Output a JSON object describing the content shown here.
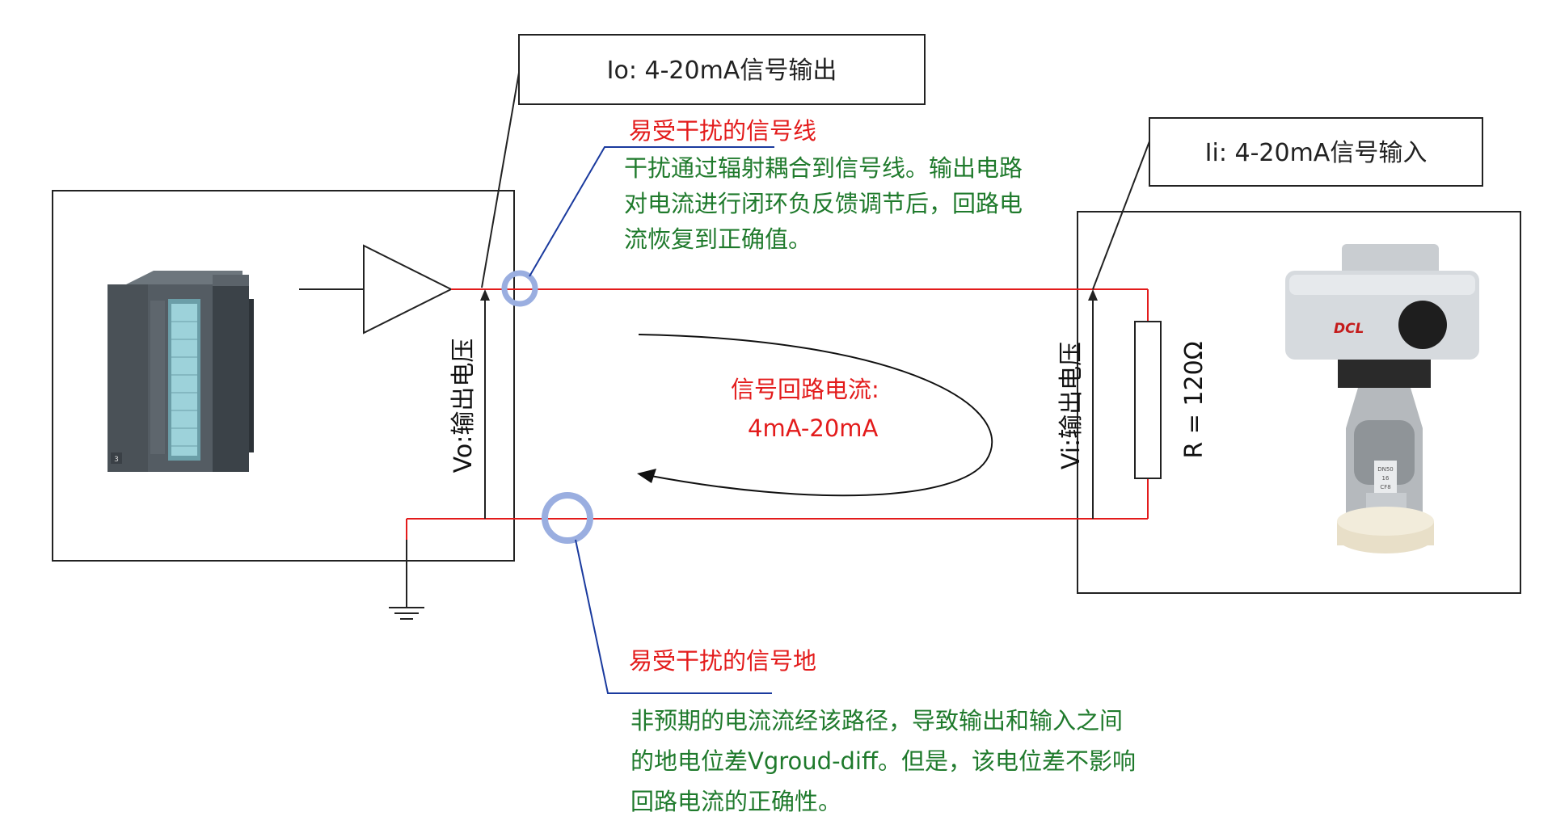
{
  "labels": {
    "io_box": "Io: 4-20mA信号输出",
    "ii_box": "Ii:  4-20mA信号输入",
    "vo": "Vo:输出电压",
    "vi": "Vi:输出电压",
    "resistor": "R  =  120Ω",
    "loop_title": "信号回路电流:",
    "loop_value": "4mA-20mA"
  },
  "annotations": {
    "signal_wire": {
      "title": "易受干扰的信号线",
      "lines": [
        "干扰通过辐射耦合到信号线。输出电路",
        "对电流进行闭环负反馈调节后，回路电",
        "流恢复到正确值。"
      ]
    },
    "signal_ground": {
      "title": "易受干扰的信号地",
      "lines": [
        "非预期的电流流经该路径，导致输出和输入之间",
        "的地电位差Vgroud-diff。但是，该电位差不影响",
        "回路电流的正确性。"
      ]
    }
  },
  "devices": {
    "actuator_brand": "DCL",
    "plc_slot": "3",
    "valve_plate_lines": [
      "DN50",
      "16",
      "CF8"
    ]
  },
  "colors": {
    "wire": "#e31b1b",
    "ring": "#9aaee0",
    "leader": "#1a3a9e",
    "green_text": "#1f7a2c",
    "red_text": "#e31b1b"
  }
}
